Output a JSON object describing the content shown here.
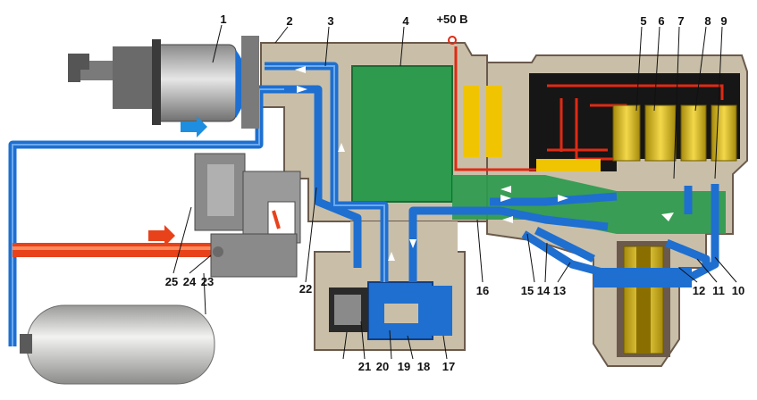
{
  "voltage_label": "+50 В",
  "colors": {
    "air": "#1e6fd0",
    "air_dark": "#0e3f88",
    "oil_line": "#e8421b",
    "housing": "#c9bfa9",
    "housing_edge": "#6b5a4c",
    "green_block": "#2d9a4e",
    "coil": "#d8b818",
    "electric_box": "#161616",
    "wire": "#e02a14",
    "cylinder": "#b8b8b8",
    "tank": "#d2d2d0"
  },
  "icons": [
    "flow-arrow-icon",
    "terminal-icon"
  ],
  "labels": {
    "l1": "1",
    "l2": "2",
    "l3": "3",
    "l4": "4",
    "l5": "5",
    "l6": "6",
    "l7": "7",
    "l8": "8",
    "l9": "9",
    "l10": "10",
    "l11": "11",
    "l12": "12",
    "l13": "13",
    "l14": "14",
    "l15": "15",
    "l16": "16",
    "l17": "17",
    "l18": "18",
    "l19": "19",
    "l20": "20",
    "l21": "21",
    "l22": "22",
    "l23": "23",
    "l24": "24",
    "l25": "25"
  }
}
